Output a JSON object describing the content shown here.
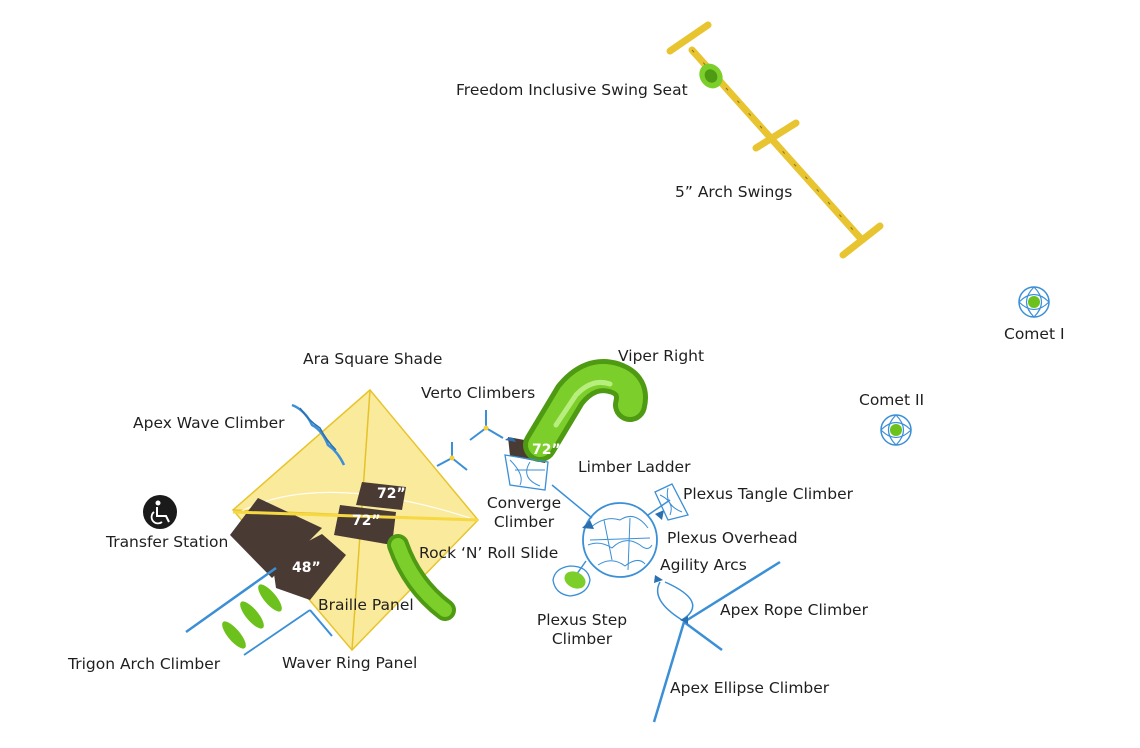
{
  "labels": {
    "freedom_swing_seat": "Freedom Inclusive Swing Seat",
    "arch_swings": "5” Arch Swings",
    "comet_1": "Comet I",
    "comet_2": "Comet II",
    "viper_right": "Viper Right",
    "ara_square_shade": "Ara Square Shade",
    "verto_climbers": "Verto Climbers",
    "apex_wave_climber": "Apex Wave Climber",
    "limber_ladder": "Limber Ladder",
    "plexus_tangle_climber": "Plexus Tangle Climber",
    "converge_climber_line1": "Converge",
    "converge_climber_line2": "Climber",
    "transfer_station": "Transfer Station",
    "plexus_overhead": "Plexus Overhead",
    "rock_n_roll_slide": "Rock ‘N’ Roll Slide",
    "agility_arcs": "Agility Arcs",
    "braille_panel": "Braille Panel",
    "apex_rope_climber": "Apex Rope Climber",
    "plexus_step_climber_line1": "Plexus Step",
    "plexus_step_climber_line2": "Climber",
    "trigon_arch_climber": "Trigon Arch Climber",
    "waver_ring_panel": "Waver Ring Panel",
    "apex_ellipse_climber": "Apex Ellipse Climber"
  },
  "deck_heights": {
    "deck_72_slide": "72”",
    "deck_72_upper": "72”",
    "deck_72_center": "72”",
    "deck_48": "48”"
  },
  "icons": {
    "transfer_station": "wheelchair-transfer-icon"
  },
  "colors": {
    "swing_frame": "#f2d23a",
    "shade_sail": "#f5d842",
    "deck": "#4a3a34",
    "slide": "#6cc11c",
    "climber_blue": "#3b8fd6"
  }
}
